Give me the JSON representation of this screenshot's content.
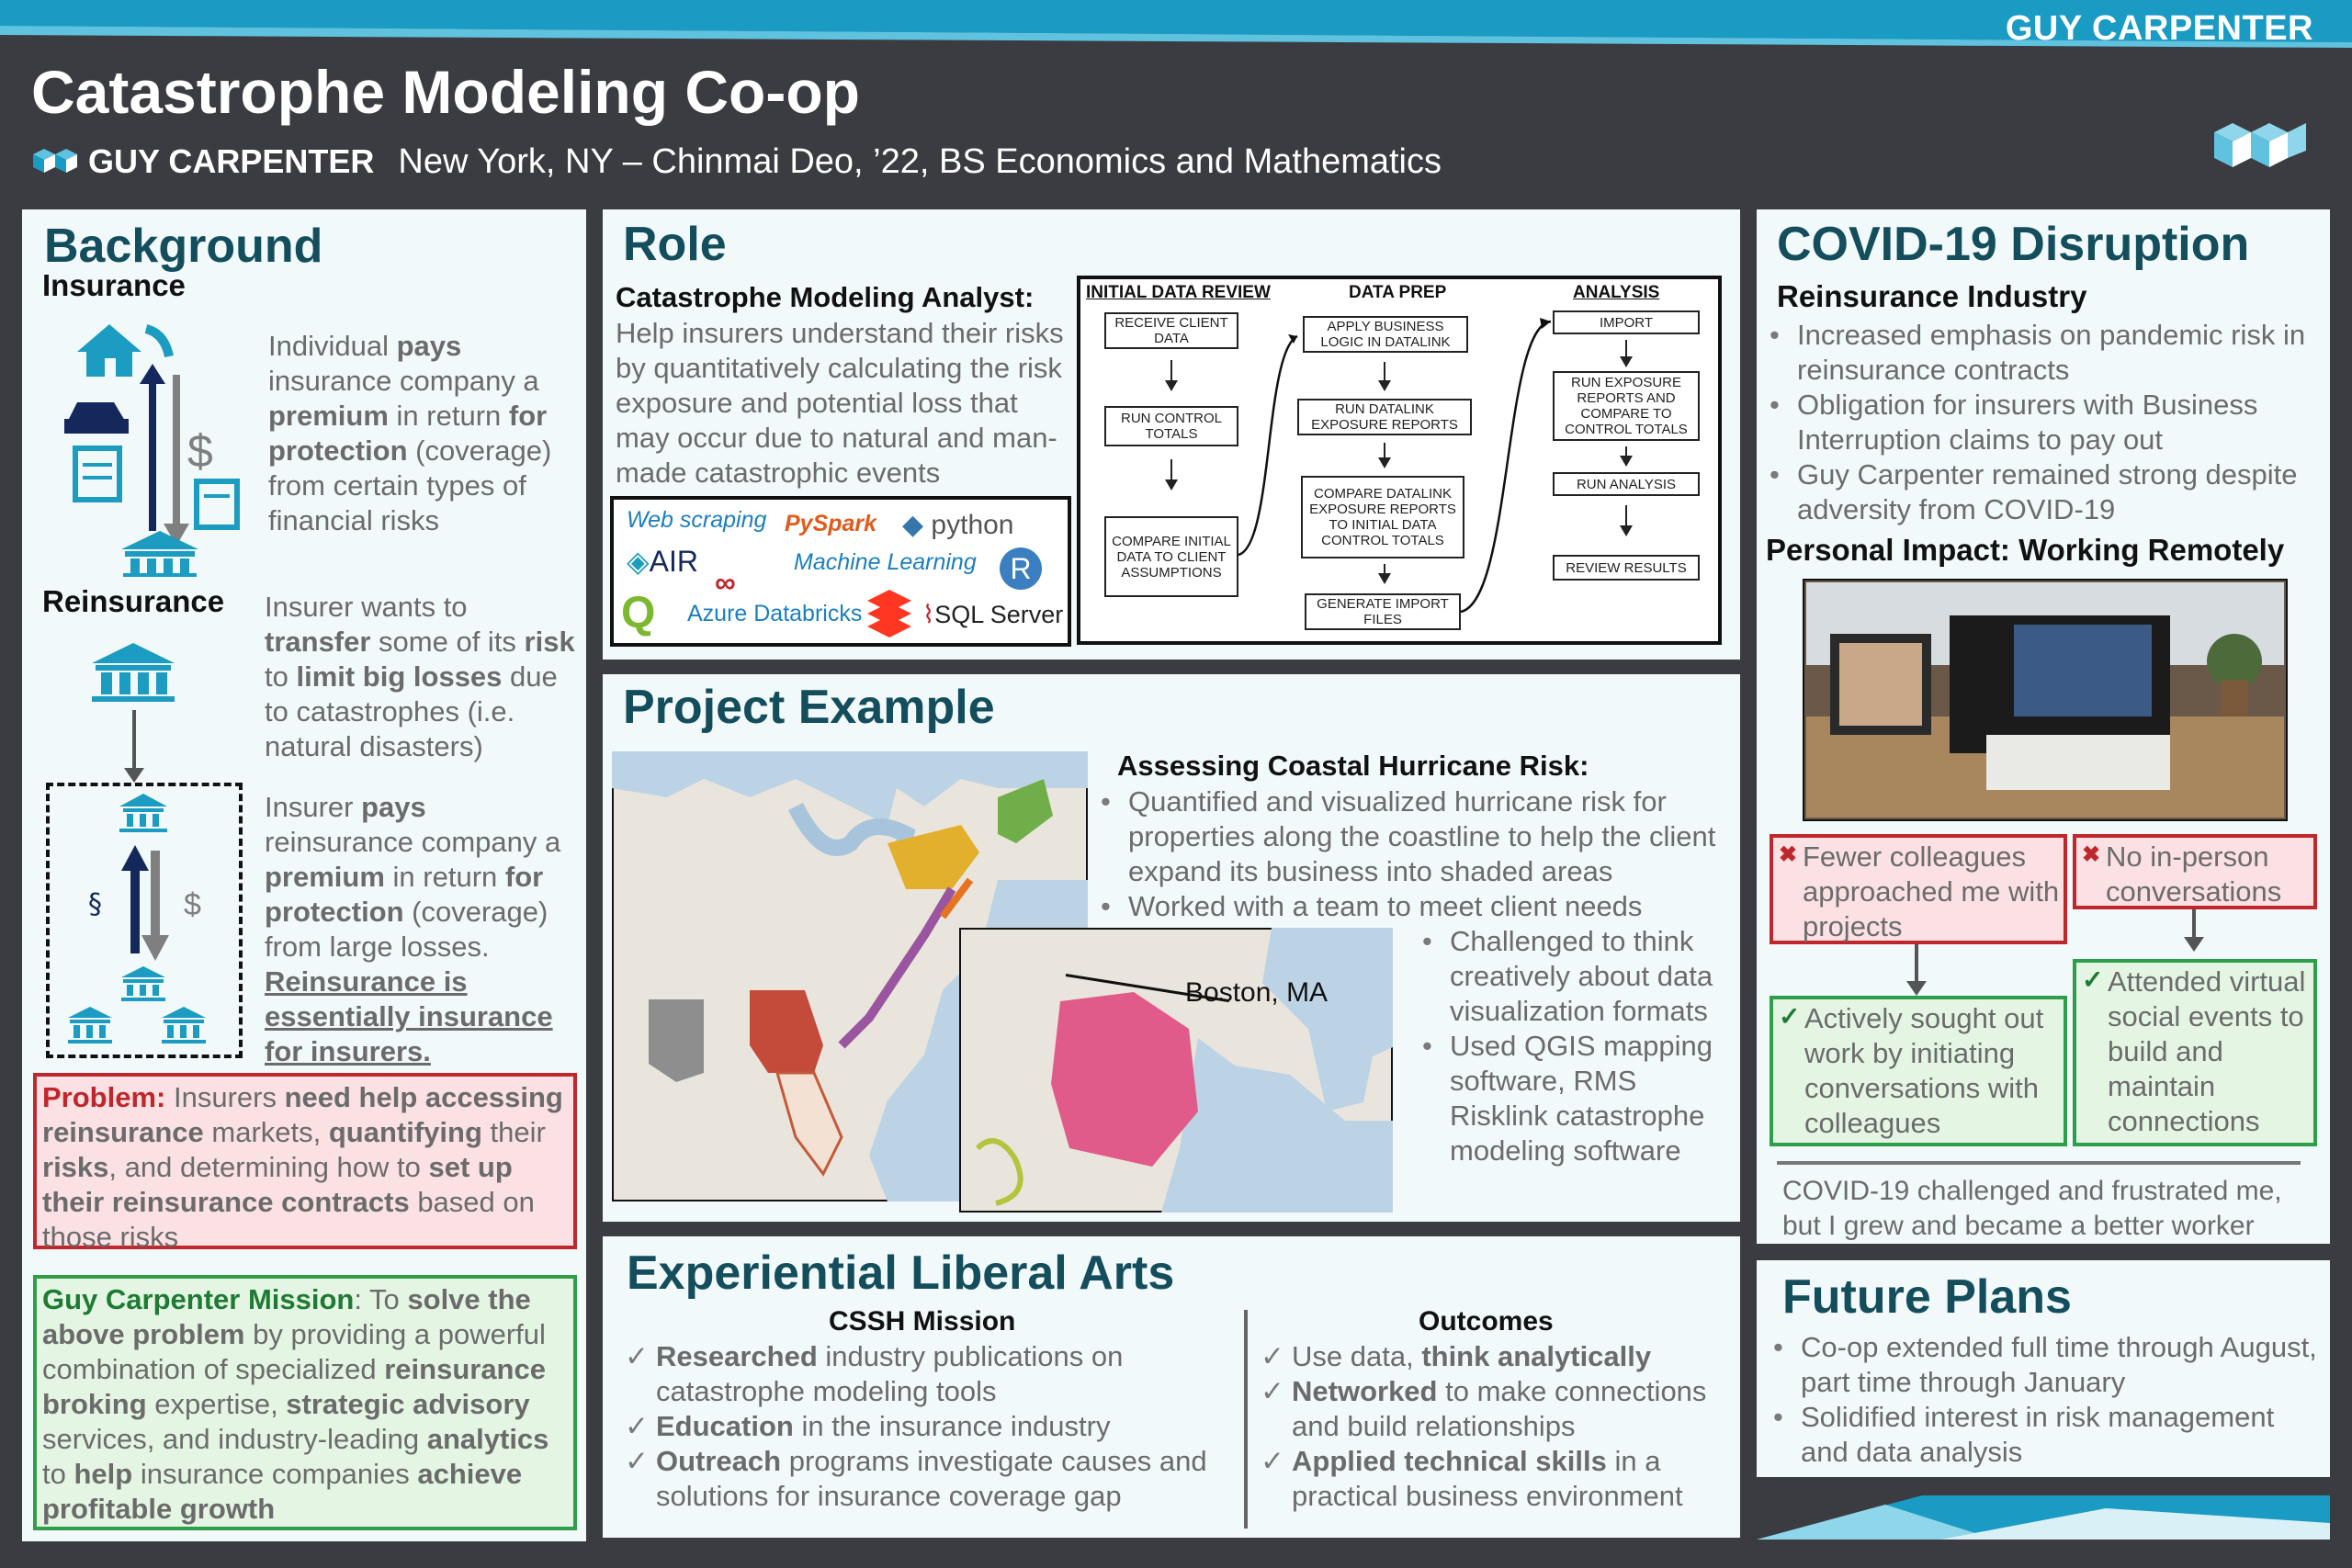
{
  "header": {
    "brand_top": "GUY CARPENTER",
    "title": "Catastrophe Modeling Co-op",
    "logo_text": "GUY CARPENTER",
    "subtitle": "New York, NY – Chinmai Deo, ’22, BS Economics and Mathematics"
  },
  "background": {
    "heading": "Background",
    "insurance_label": "Insurance",
    "reinsurance_label": "Reinsurance",
    "problem_label": "Problem:",
    "mission_label": "Guy Carpenter Mission"
  },
  "role": {
    "heading": "Role",
    "job_title": "Catastrophe Modeling Analyst:",
    "description": "Help insurers understand their risks by quantitatively calculating the risk exposure and potential loss that may occur due to natural and man-made catastrophic events",
    "tools": [
      "Web scraping",
      "PySpark",
      "python",
      "AIR",
      "Machine Learning",
      "R",
      "Azure Databricks",
      "SQL Server"
    ],
    "flow": {
      "col1_header": "INITIAL DATA REVIEW",
      "col2_header": "DATA PREP",
      "col3_header": "ANALYSIS",
      "col1": [
        "RECEIVE CLIENT DATA",
        "RUN CONTROL TOTALS",
        "COMPARE INITIAL DATA TO CLIENT ASSUMPTIONS"
      ],
      "col2": [
        "APPLY BUSINESS LOGIC IN DATALINK",
        "RUN DATALINK EXPOSURE REPORTS",
        "COMPARE DATALINK EXPOSURE REPORTS TO INITIAL DATA CONTROL TOTALS",
        "GENERATE IMPORT FILES"
      ],
      "col3": [
        "IMPORT",
        "RUN EXPOSURE REPORTS AND COMPARE TO CONTROL TOTALS",
        "RUN ANALYSIS",
        "REVIEW RESULTS"
      ]
    }
  },
  "project": {
    "heading": "Project Example",
    "subheading": "Assessing Coastal Hurricane Risk:",
    "bullets_wide": [
      "Quantified and visualized hurricane risk for properties along the coastline to help the client expand its business into shaded areas",
      "Worked with a team to meet client needs"
    ],
    "bullets_narrow": [
      "Challenged to think creatively about data visualization formats",
      "Used QGIS mapping software, RMS Risklink catastrophe modeling software"
    ],
    "map_label": "Boston, MA"
  },
  "ela": {
    "heading": "Experiential Liberal Arts",
    "col1_title": "CSSH Mission",
    "col2_title": "Outcomes"
  },
  "covid": {
    "heading": "COVID-19 Disruption",
    "industry_title": "Reinsurance Industry",
    "industry_bullets": [
      "Increased emphasis on pandemic risk in reinsurance contracts",
      "Obligation for insurers with Business Interruption claims to pay out",
      "Guy Carpenter remained strong despite adversity from COVID-19"
    ],
    "personal_title": "Personal Impact: Working Remotely",
    "neg1": "Fewer colleagues approached me with projects",
    "neg2": "No in-person conversations",
    "pos1": "Actively sought out work by initiating conversations with colleagues",
    "pos2": "Attended virtual social events to build and maintain connections",
    "conclusion": "COVID-19 challenged and frustrated me, but I grew and became a better worker"
  },
  "future": {
    "heading": "Future Plans",
    "bullets": [
      "Co-op extended full time through August, part time through January",
      "Solidified interest in risk management and data analysis"
    ]
  },
  "colors": {
    "background": "#3b3c41",
    "panel": "#f1f9fb",
    "heading_teal": "#144e5c",
    "icon_teal": "#1b9cc0",
    "icon_navy": "#14285c",
    "problem_red": "#c0272d",
    "mission_green": "#2f9e4b"
  },
  "icons": [
    "house-icon",
    "car-icon",
    "document-icon",
    "bank-icon",
    "hurricane-icon",
    "dollar-icon"
  ]
}
